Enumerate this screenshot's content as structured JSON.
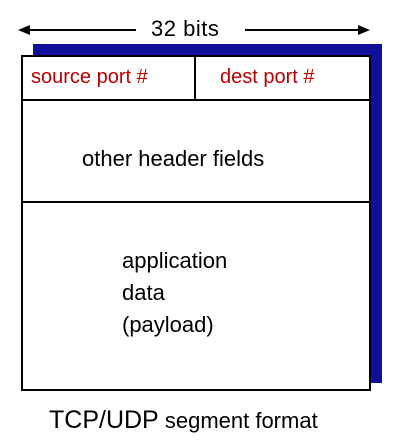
{
  "header": {
    "width_label": "32 bits"
  },
  "segment": {
    "source_port_label": "source port #",
    "dest_port_label": "dest port #",
    "other_header_label": "other header fields",
    "payload_lines": [
      "application",
      "data",
      "(payload)"
    ]
  },
  "caption": {
    "protocol": "TCP/UDP",
    "rest": " segment format"
  },
  "colors": {
    "field_label": "#b80000",
    "shadow": "#10109a",
    "border": "#000000"
  }
}
